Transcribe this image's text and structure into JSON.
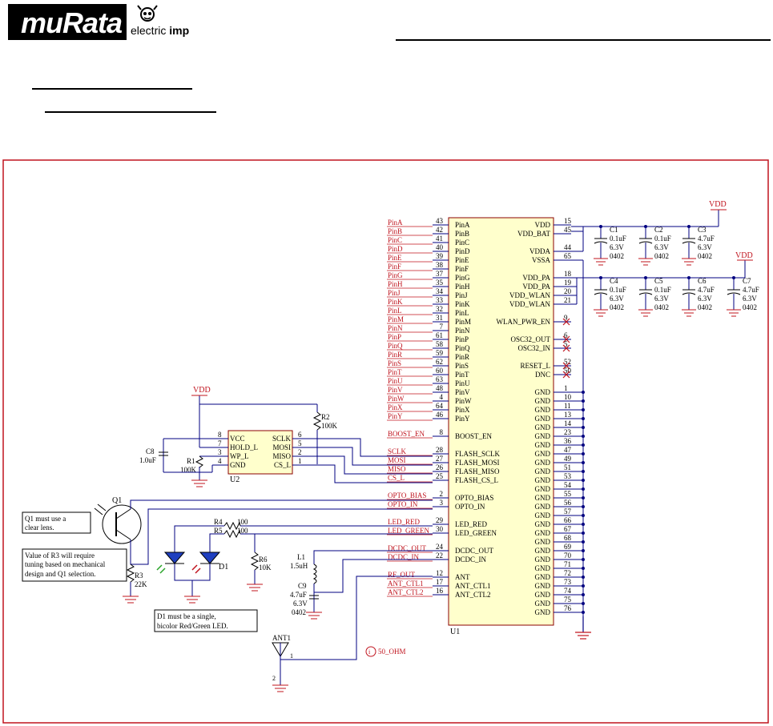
{
  "header": {
    "logo_text": "muRata",
    "partner_text_1": "electric",
    "partner_text_2": "imp"
  },
  "colors": {
    "frame": "#c0141e",
    "wire": "#000080",
    "net": "#c0141e",
    "component": "#000000",
    "body_fill": "#ffffcc",
    "diode_fill": "#1f3fbf"
  },
  "u1": {
    "ref": "U1",
    "left_pins": [
      {
        "net": "PinA",
        "num": "43",
        "name": "PinA"
      },
      {
        "net": "PinB",
        "num": "42",
        "name": "PinB"
      },
      {
        "net": "PinC",
        "num": "41",
        "name": "PinC"
      },
      {
        "net": "PinD",
        "num": "40",
        "name": "PinD"
      },
      {
        "net": "PinE",
        "num": "39",
        "name": "PinE"
      },
      {
        "net": "PinF",
        "num": "38",
        "name": "PinF"
      },
      {
        "net": "PinG",
        "num": "37",
        "name": "PinG"
      },
      {
        "net": "PinH",
        "num": "35",
        "name": "PinH"
      },
      {
        "net": "PinJ",
        "num": "34",
        "name": "PinJ"
      },
      {
        "net": "PinK",
        "num": "33",
        "name": "PinK"
      },
      {
        "net": "PinL",
        "num": "32",
        "name": "PinL"
      },
      {
        "net": "PinM",
        "num": "31",
        "name": "PinM"
      },
      {
        "net": "PinN",
        "num": "7",
        "name": "PinN"
      },
      {
        "net": "PinP",
        "num": "61",
        "name": "PinP"
      },
      {
        "net": "PinQ",
        "num": "58",
        "name": "PinQ"
      },
      {
        "net": "PinR",
        "num": "59",
        "name": "PinR"
      },
      {
        "net": "PinS",
        "num": "62",
        "name": "PinS"
      },
      {
        "net": "PinT",
        "num": "60",
        "name": "PinT"
      },
      {
        "net": "PinU",
        "num": "63",
        "name": "PinU"
      },
      {
        "net": "PinV",
        "num": "48",
        "name": "PinV"
      },
      {
        "net": "PinW",
        "num": "4",
        "name": "PinW"
      },
      {
        "net": "PinX",
        "num": "64",
        "name": "PinX"
      },
      {
        "net": "PinY",
        "num": "46",
        "name": "PinY"
      },
      {
        "net": "",
        "num": "",
        "name": ""
      },
      {
        "net": "BOOST_EN",
        "num": "8",
        "name": "BOOST_EN"
      },
      {
        "net": "",
        "num": "",
        "name": ""
      },
      {
        "net": "SCLK",
        "num": "28",
        "name": "FLASH_SCLK"
      },
      {
        "net": "MOSI",
        "num": "27",
        "name": "FLASH_MOSI"
      },
      {
        "net": "MISO",
        "num": "26",
        "name": "FLASH_MISO"
      },
      {
        "net": "CS_L",
        "num": "25",
        "name": "FLASH_CS_L"
      },
      {
        "net": "",
        "num": "",
        "name": ""
      },
      {
        "net": "OPTO_BIAS",
        "num": "2",
        "name": "OPTO_BIAS"
      },
      {
        "net": "OPTO_IN",
        "num": "3",
        "name": "OPTO_IN"
      },
      {
        "net": "",
        "num": "",
        "name": ""
      },
      {
        "net": "LED_RED",
        "num": "29",
        "name": "LED_RED"
      },
      {
        "net": "LED_GREEN",
        "num": "30",
        "name": "LED_GREEN"
      },
      {
        "net": "",
        "num": "",
        "name": ""
      },
      {
        "net": "DCDC_OUT",
        "num": "24",
        "name": "DCDC_OUT"
      },
      {
        "net": "DCDC_IN",
        "num": "22",
        "name": "DCDC_IN"
      },
      {
        "net": "",
        "num": "",
        "name": ""
      },
      {
        "net": "RF_OUT",
        "num": "12",
        "name": "ANT"
      },
      {
        "net": "ANT_CTL1",
        "num": "17",
        "name": "ANT_CTL1"
      },
      {
        "net": "ANT_CTL2",
        "num": "16",
        "name": "ANT_CTL2"
      }
    ],
    "right_pins": [
      {
        "num": "15",
        "name": "VDD"
      },
      {
        "num": "45",
        "name": "VDD_BAT"
      },
      {
        "num": "",
        "name": ""
      },
      {
        "num": "44",
        "name": "VDDA"
      },
      {
        "num": "65",
        "name": "VSSA"
      },
      {
        "num": "",
        "name": ""
      },
      {
        "num": "18",
        "name": "VDD_PA"
      },
      {
        "num": "19",
        "name": "VDD_PA"
      },
      {
        "num": "20",
        "name": "VDD_WLAN"
      },
      {
        "num": "21",
        "name": "VDD_WLAN"
      },
      {
        "num": "",
        "name": ""
      },
      {
        "num": "9",
        "name": "WLAN_PWR_EN"
      },
      {
        "num": "",
        "name": ""
      },
      {
        "num": "6",
        "name": "OSC32_OUT"
      },
      {
        "num": "5",
        "name": "OSC32_IN"
      },
      {
        "num": "",
        "name": ""
      },
      {
        "num": "52",
        "name": "RESET_L"
      },
      {
        "num": "50",
        "name": "DNC"
      },
      {
        "num": "",
        "name": ""
      },
      {
        "num": "1",
        "name": "GND"
      },
      {
        "num": "10",
        "name": "GND"
      },
      {
        "num": "11",
        "name": "GND"
      },
      {
        "num": "13",
        "name": "GND"
      },
      {
        "num": "14",
        "name": "GND"
      },
      {
        "num": "23",
        "name": "GND"
      },
      {
        "num": "36",
        "name": "GND"
      },
      {
        "num": "47",
        "name": "GND"
      },
      {
        "num": "49",
        "name": "GND"
      },
      {
        "num": "51",
        "name": "GND"
      },
      {
        "num": "53",
        "name": "GND"
      },
      {
        "num": "54",
        "name": "GND"
      },
      {
        "num": "55",
        "name": "GND"
      },
      {
        "num": "56",
        "name": "GND"
      },
      {
        "num": "57",
        "name": "GND"
      },
      {
        "num": "66",
        "name": "GND"
      },
      {
        "num": "67",
        "name": "GND"
      },
      {
        "num": "68",
        "name": "GND"
      },
      {
        "num": "69",
        "name": "GND"
      },
      {
        "num": "70",
        "name": "GND"
      },
      {
        "num": "71",
        "name": "GND"
      },
      {
        "num": "72",
        "name": "GND"
      },
      {
        "num": "73",
        "name": "GND"
      },
      {
        "num": "74",
        "name": "GND"
      },
      {
        "num": "75",
        "name": "GND"
      },
      {
        "num": "76",
        "name": "GND"
      }
    ],
    "nc_pins": [
      "9",
      "6",
      "5",
      "52",
      "50"
    ]
  },
  "caps": [
    {
      "ref": "C1",
      "value": "0.1uF",
      "voltage": "6.3V",
      "package": "0402"
    },
    {
      "ref": "C2",
      "value": "0.1uF",
      "voltage": "6.3V",
      "package": "0402"
    },
    {
      "ref": "C3",
      "value": "4.7uF",
      "voltage": "6.3V",
      "package": "0402"
    },
    {
      "ref": "C4",
      "value": "0.1uF",
      "voltage": "6.3V",
      "package": "0402"
    },
    {
      "ref": "C5",
      "value": "0.1uF",
      "voltage": "6.3V",
      "package": "0402"
    },
    {
      "ref": "C6",
      "value": "4.7uF",
      "voltage": "6.3V",
      "package": "0402"
    },
    {
      "ref": "C7",
      "value": "4.7uF",
      "voltage": "6.3V",
      "package": "0402"
    }
  ],
  "power": {
    "vdd": "VDD"
  },
  "u2": {
    "ref": "U2",
    "pins": [
      {
        "lnum": "8",
        "lname": "VCC",
        "rname": "SCLK",
        "rnum": "6"
      },
      {
        "lnum": "7",
        "lname": "HOLD_L",
        "rname": "MOSI",
        "rnum": "5"
      },
      {
        "lnum": "3",
        "lname": "WP_L",
        "rname": "MISO",
        "rnum": "2"
      },
      {
        "lnum": "4",
        "lname": "GND",
        "rname": "CS_L",
        "rnum": "1"
      }
    ]
  },
  "r1": {
    "ref": "R1",
    "value": "100K"
  },
  "r2": {
    "ref": "R2",
    "value": "100K"
  },
  "r3": {
    "ref": "R3",
    "value": "22K"
  },
  "r4": {
    "ref": "R4",
    "value": "100"
  },
  "r5": {
    "ref": "R5",
    "value": "100"
  },
  "r6": {
    "ref": "R6",
    "value": "10K"
  },
  "c8": {
    "ref": "C8",
    "value": "1.0uF"
  },
  "c9": {
    "ref": "C9",
    "value": "4.7uF",
    "voltage": "6.3V",
    "package": "0402"
  },
  "l1": {
    "ref": "L1",
    "value": "1.5uH"
  },
  "q1": {
    "ref": "Q1"
  },
  "d1": {
    "ref": "D1"
  },
  "ant1": {
    "ref": "ANT1",
    "pin1": "1",
    "pin2": "2"
  },
  "testpoint": {
    "label": "50_OHM",
    "symbol": "i"
  },
  "notes": {
    "q1_l1": "Q1 must use a",
    "q1_l2": "clear lens.",
    "r3_l1": "Value of R3 will require",
    "r3_l2": "tuning based on mechanical",
    "r3_l3": "design and Q1 selection.",
    "d1_l1": "D1 must be a single,",
    "d1_l2": "bicolor Red/Green LED."
  }
}
